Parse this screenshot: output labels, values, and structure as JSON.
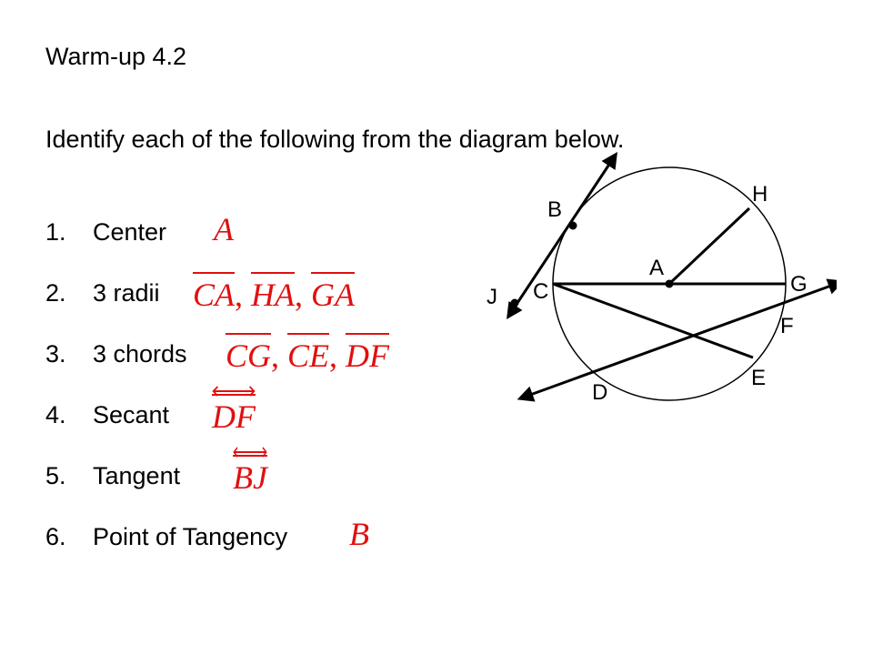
{
  "title": "Warm-up 4.2",
  "instruction": "Identify each of the following from the diagram below.",
  "questions": [
    {
      "num": "1.",
      "label": "Center",
      "answer": [
        "A"
      ]
    },
    {
      "num": "2.",
      "label": "3 radii",
      "answer": [
        "CA",
        "HA",
        "GA"
      ]
    },
    {
      "num": "3.",
      "label": "3 chords",
      "answer": [
        "CG",
        "CE",
        "DF"
      ]
    },
    {
      "num": "4.",
      "label": "Secant",
      "answer": [
        "DF"
      ]
    },
    {
      "num": "5.",
      "label": "Tangent",
      "answer": [
        "BJ"
      ]
    },
    {
      "num": "6.",
      "label": "Point of Tangency",
      "answer": [
        "B"
      ]
    }
  ],
  "separator": ",",
  "answer_color": "#e01010",
  "diagram": {
    "point_labels": {
      "A": "A",
      "B": "B",
      "C": "C",
      "D": "D",
      "E": "E",
      "F": "F",
      "G": "G",
      "H": "H",
      "J": "J"
    }
  }
}
